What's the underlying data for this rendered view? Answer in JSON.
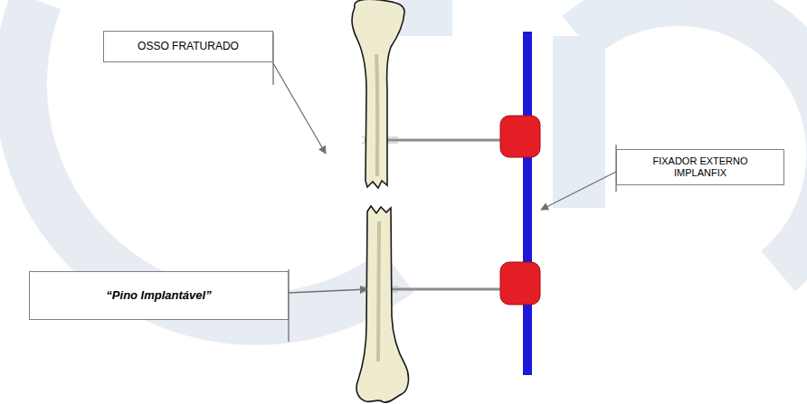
{
  "diagram": {
    "nodes": [
      {
        "text": [
          "OSSO FRATURADO"
        ]
      },
      {
        "text": [
          "FIXADOR EXTERNO IMPLANFIX"
        ]
      },
      {
        "text": [
          "“Pino Implantável”"
        ]
      }
    ]
  }
}
